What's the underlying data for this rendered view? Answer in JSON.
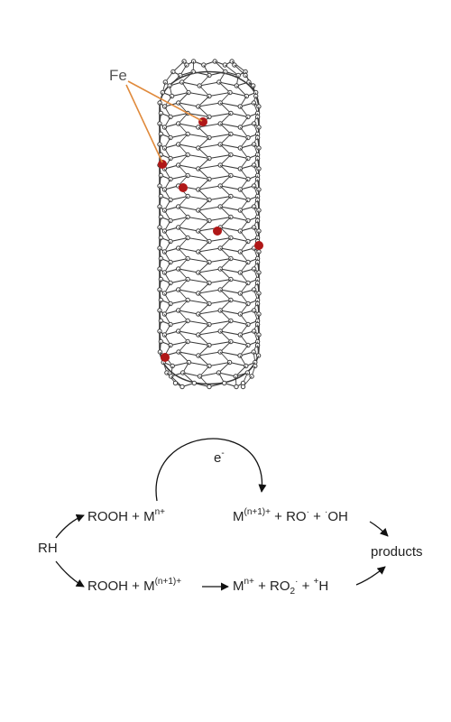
{
  "colors": {
    "background": "#ffffff",
    "lattice": "#3a3a3a",
    "fe_atom": "#b01818",
    "fe_leader": "#e08a3c",
    "arrows": "#111111"
  },
  "nanotube": {
    "label": "Fe",
    "icon": "carbon-nanotube-lattice"
  },
  "reaction": {
    "rh": "RH",
    "electron": "e",
    "electron_sup": "-",
    "top_left": {
      "a": "ROOH + M",
      "a_sup": "n+"
    },
    "top_right": {
      "a": "M",
      "a_sup": "(n+1)+",
      "b": " + RO",
      "b_sup": "·",
      "c": " + ",
      "c_pre": "·",
      "d": "OH"
    },
    "bottom_left": {
      "a": "ROOH + M",
      "a_sup": "(n+1)+"
    },
    "bottom_right": {
      "a": "M",
      "a_sup": "n+",
      "b": " + RO",
      "b_sub": "2",
      "b_sup": "·",
      "c": " + ",
      "c_sup": "+",
      "d": "H"
    },
    "products": "products"
  }
}
